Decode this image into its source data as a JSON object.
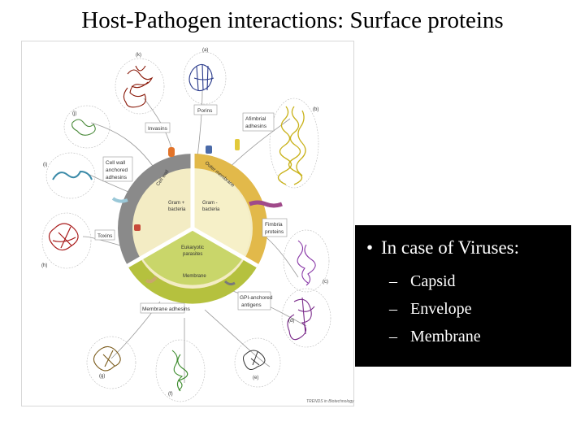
{
  "slide": {
    "title": "Host-Pathogen interactions: Surface proteins"
  },
  "figure": {
    "panel_letters": [
      "(a)",
      "(b)",
      "(c)",
      "(d)",
      "(e)",
      "(f)",
      "(g)",
      "(h)",
      "(i)",
      "(j)",
      "(k)"
    ],
    "labels": {
      "porins": "Porins",
      "fimbrial_adhesins_1": "Afimbrial",
      "fimbrial_adhesins_2": "adhesins",
      "fimbria_1": "Fimbria",
      "fimbria_2": "proteins",
      "gpi_1": "GPI-anchored",
      "gpi_2": "antigens",
      "membrane_adhesins": "Membrane adhesins",
      "toxins": "Toxins",
      "cellwall_1": "Cell wall",
      "cellwall_2": "anchored",
      "cellwall_3": "adhesins",
      "invasins": "Invasins"
    },
    "sectors": {
      "cell_wall": "Cell wall",
      "outer_membrane": "Outer membrane",
      "gram_pos_1": "Gram +",
      "gram_pos_2": "bacteria",
      "gram_neg_1": "Gram -",
      "gram_neg_2": "bacteria",
      "euk_1": "Eukaryotic",
      "euk_2": "parasites",
      "membrane": "Membrane"
    },
    "credit": "TRENDS in Biotechnology",
    "colors": {
      "cell_wall_ring": "#8a8a8a",
      "outer_ring": "#e2b94a",
      "gram_pos_fill": "#f3ecc4",
      "gram_neg_fill": "#f6f0c8",
      "euk_fill": "#c9d66a",
      "membrane_ring": "#b5c13e"
    }
  },
  "box": {
    "bullet": "•",
    "heading": "In case of Viruses:",
    "dash": "–",
    "items": [
      "Capsid",
      "Envelope",
      "Membrane"
    ]
  }
}
